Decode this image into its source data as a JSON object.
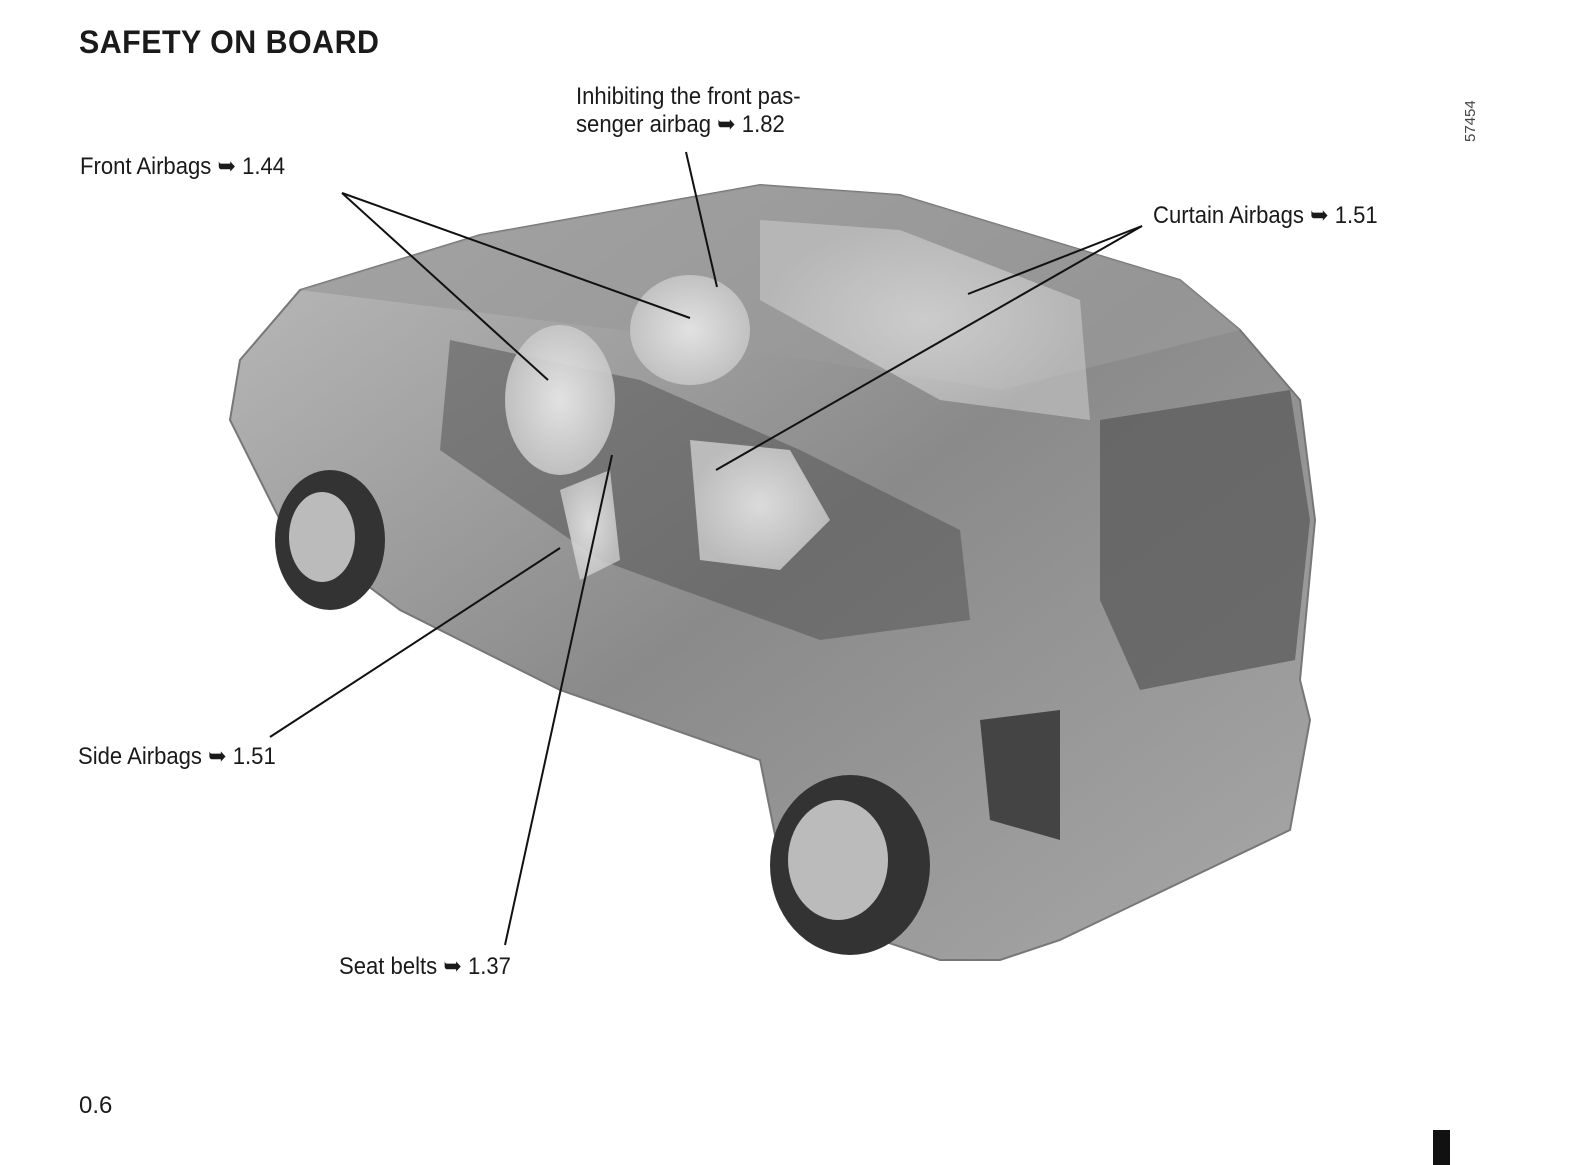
{
  "page": {
    "title": "SAFETY ON BOARD",
    "page_number": "0.6",
    "illustration_ref": "57454"
  },
  "callouts": [
    {
      "id": "front-airbags",
      "text": "Front Airbags  ➥ 1.44"
    },
    {
      "id": "inhibit-line1",
      "text": "Inhibiting the front pas-"
    },
    {
      "id": "inhibit-line2",
      "text": "senger airbag ➥ 1.82"
    },
    {
      "id": "curtain-airbags",
      "text": "Curtain Airbags ➥ 1.51"
    },
    {
      "id": "side-airbags",
      "text": "Side Airbags ➥ 1.51"
    },
    {
      "id": "seat-belts",
      "text": "Seat belts ➥ 1.37"
    }
  ]
}
